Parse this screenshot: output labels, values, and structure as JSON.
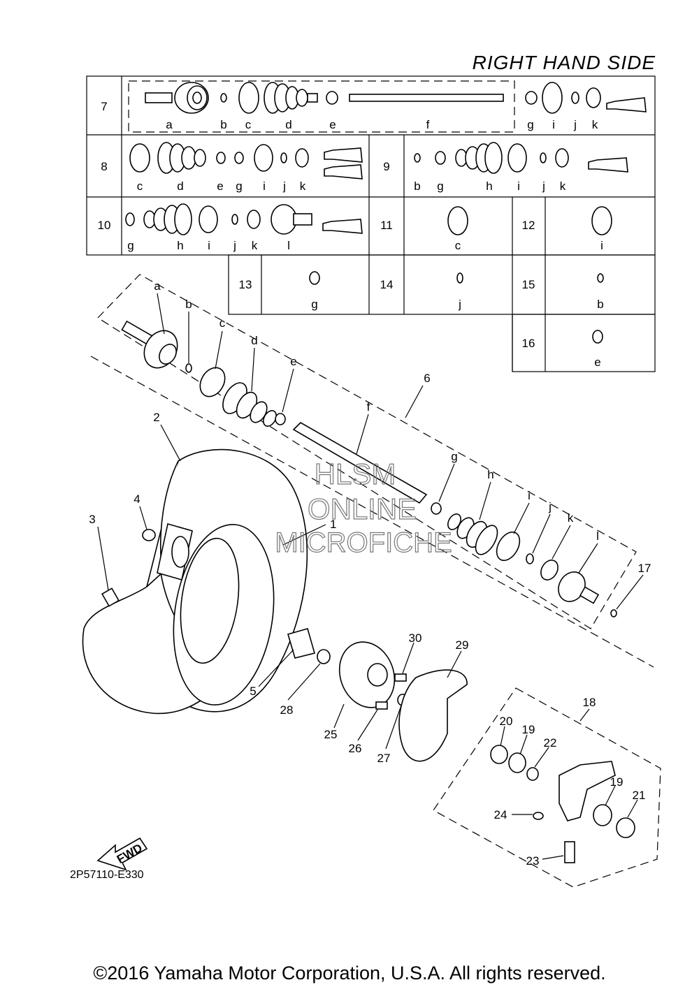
{
  "header": {
    "title": "RIGHT HAND SIDE"
  },
  "table": {
    "row7": {
      "num": "7",
      "letters": [
        "a",
        "b",
        "c",
        "d",
        "e",
        "f",
        "g",
        "i",
        "j",
        "k"
      ]
    },
    "row8": {
      "num": "8",
      "letters": [
        "c",
        "d",
        "e",
        "g",
        "i",
        "j",
        "k"
      ]
    },
    "row9": {
      "num": "9",
      "letters": [
        "b",
        "g",
        "h",
        "i",
        "j",
        "k"
      ]
    },
    "row10": {
      "num": "10",
      "letters": [
        "g",
        "h",
        "i",
        "j",
        "k",
        "l"
      ]
    },
    "cell11": {
      "num": "11",
      "letter": "c"
    },
    "cell12": {
      "num": "12",
      "letter": "i"
    },
    "cell13": {
      "num": "13",
      "letter": "g"
    },
    "cell14": {
      "num": "14",
      "letter": "j"
    },
    "cell15": {
      "num": "15",
      "letter": "b"
    },
    "cell16": {
      "num": "16",
      "letter": "e"
    }
  },
  "exploded": {
    "letters": [
      "a",
      "b",
      "c",
      "d",
      "e",
      "f",
      "g",
      "h",
      "i",
      "j",
      "k",
      "l"
    ],
    "numbers": [
      "1",
      "2",
      "3",
      "4",
      "5",
      "6",
      "17",
      "18",
      "19",
      "19",
      "20",
      "21",
      "22",
      "23",
      "24",
      "25",
      "26",
      "27",
      "28",
      "29",
      "30"
    ]
  },
  "watermark": {
    "line1": "HLSM",
    "line2": "ONLINE",
    "line3": "MICROFICHE"
  },
  "arrow": {
    "label": "FWD"
  },
  "footer": {
    "code": "2P57110-E330",
    "copyright": "©2016 Yamaha Motor Corporation, U.S.A. All rights reserved."
  }
}
